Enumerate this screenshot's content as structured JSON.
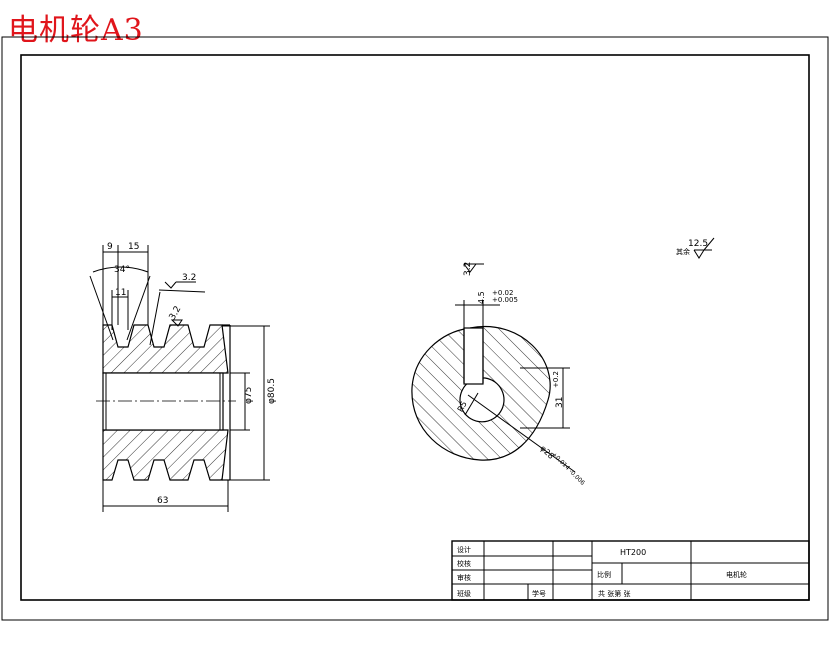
{
  "title": "电机轮A3",
  "colors": {
    "title": "#e0151b",
    "line": "#000000"
  },
  "pulley": {
    "dim_9": "9",
    "dim_15": "15",
    "angle_34": "34°",
    "dim_11": "11",
    "rough_top": "3.2",
    "rough_groove": "3.2",
    "dia_75": "φ75",
    "dia_80_5": "φ80.5",
    "width_63": "63"
  },
  "section": {
    "rough_key": "3.2",
    "tol_upper": "+0.02",
    "tol_lower": "+0.005",
    "key_width": "4.5",
    "key_depth": "31",
    "key_depth_tol": "+0.2",
    "bore_dia": "φ28",
    "bore_tol": "+0.014 -0.006",
    "bore_r": "R5"
  },
  "rough_general": {
    "label": "其余",
    "value": "12.5"
  },
  "titleblock": {
    "r1": "设计",
    "r2": "校核",
    "r3": "审核",
    "r4": "班级",
    "r4b": "学号",
    "material": "HT200",
    "ratio_label": "比例",
    "part_name": "电机轮",
    "sheets": "共    张第    张"
  }
}
